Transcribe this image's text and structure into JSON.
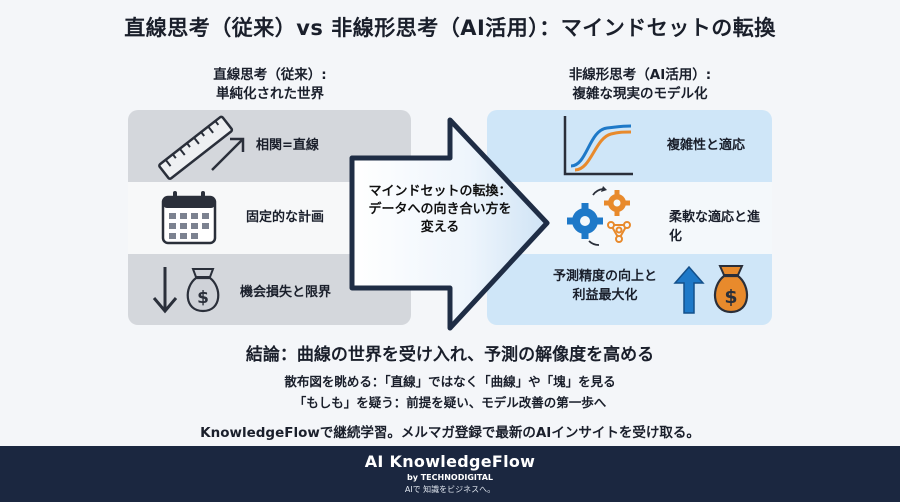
{
  "title": "直線思考（従来）vs 非線形思考（AI活用）：マインドセットの転換",
  "left": {
    "heading_line1": "直線思考（従来）:",
    "heading_line2": "単純化された世界",
    "rows": [
      {
        "label": "相関=直線",
        "icon": "ruler-icon"
      },
      {
        "label": "固定的な計画",
        "icon": "calendar-icon"
      },
      {
        "label": "機会損失と限界",
        "icon": "money-bag-down-icon"
      }
    ]
  },
  "right": {
    "heading_line1": "非線形思考（AI活用）:",
    "heading_line2": "複雑な現実のモデル化",
    "rows": [
      {
        "label": "複雑性と適応",
        "icon": "curve-chart-icon"
      },
      {
        "label": "柔軟な適応と進化",
        "icon": "gears-network-icon"
      },
      {
        "label_line1": "予測精度の向上と",
        "label_line2": "利益最大化",
        "icon": "money-bag-up-icon"
      }
    ]
  },
  "arrow": {
    "line1": "マインドセットの転換：",
    "line2": "データへの向き合い方を",
    "line3": "変える"
  },
  "conclusion": "結論：曲線の世界を受け入れ、予測の解像度を高める",
  "bullets": [
    "散布図を眺める：「直線」ではなく「曲線」や「塊」を見る",
    "「もしも」を疑う：前提を疑い、モデル改善の第一歩へ"
  ],
  "promo": "KnowledgeFlowで継続学習。メルマガ登録で最新のAIインサイトを受け取る。",
  "footer": {
    "brand": "AI KnowledgeFlow",
    "byline": "by TECHNODIGITAL",
    "tagline": "AIで 知識をビジネスへ。"
  },
  "colors": {
    "left_panel": "#d4d7dc",
    "right_panel": "#cfe6f8",
    "arrow_outline": "#1f2d45",
    "footer_bg": "#1b2740",
    "accent_blue": "#1e79c8",
    "accent_orange": "#e88a2c"
  }
}
